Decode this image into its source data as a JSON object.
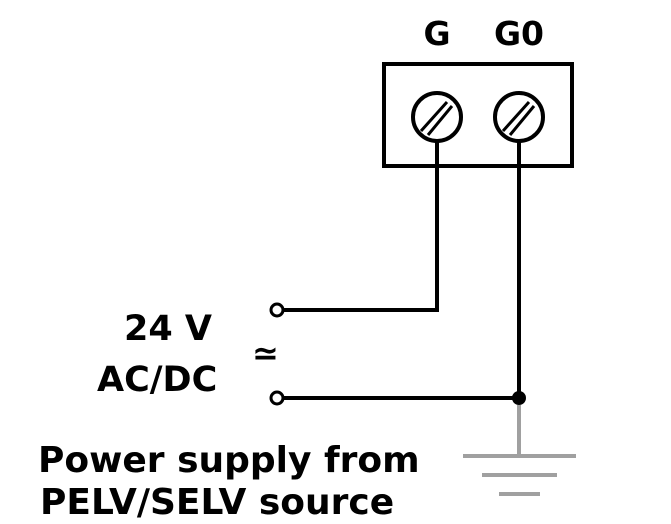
{
  "terminals": {
    "g_label": "G",
    "g0_label": "G0"
  },
  "supply": {
    "voltage": "24 V",
    "type": "AC/DC",
    "approx_symbol": "≃"
  },
  "caption": {
    "line1": "Power supply from",
    "line2": "PELV/SELV source"
  },
  "colors": {
    "wire": "#000000",
    "ground": "#a0a0a0"
  },
  "icons": [
    "screw-terminal-icon",
    "ground-icon",
    "open-contact-icon",
    "junction-dot-icon"
  ]
}
